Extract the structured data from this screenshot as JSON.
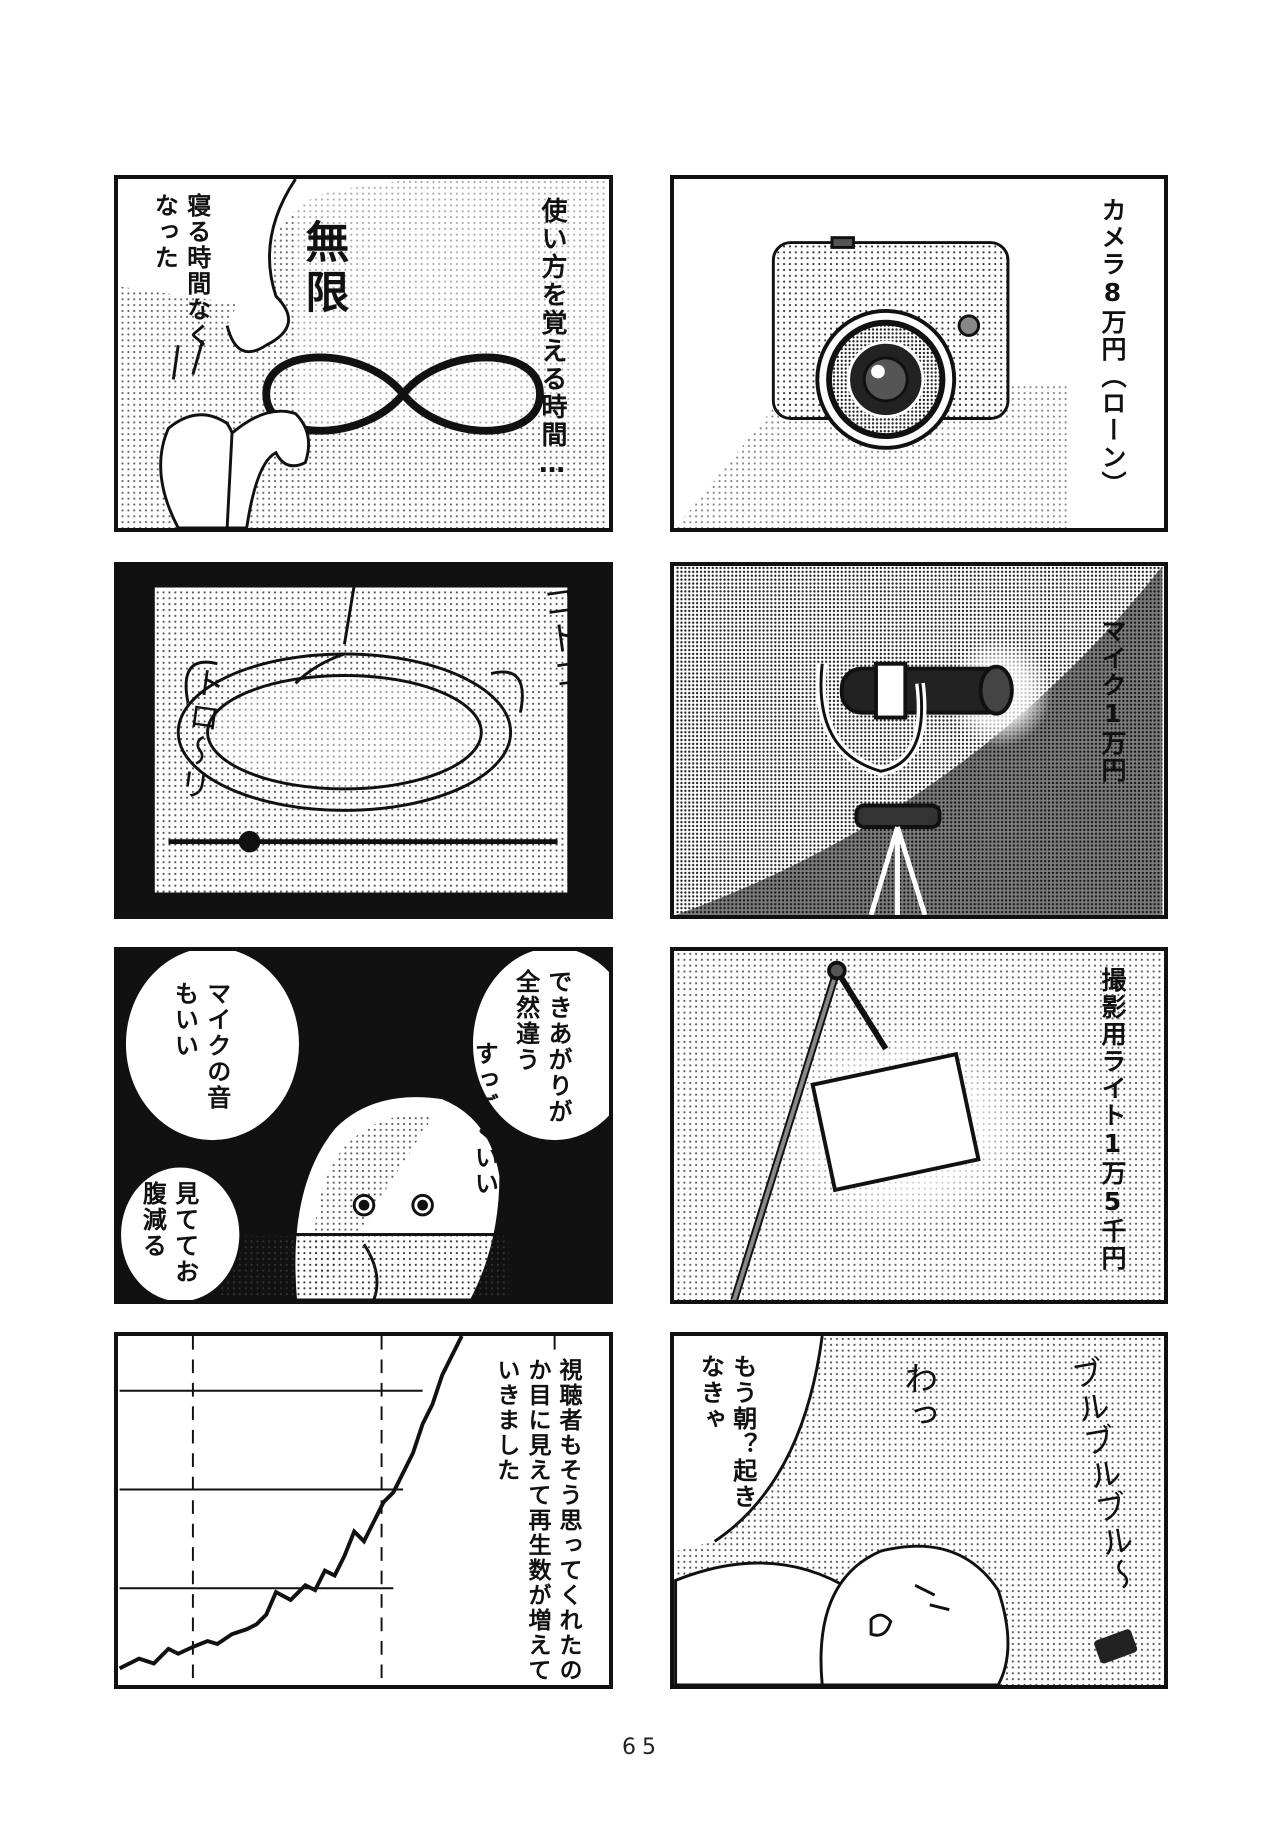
{
  "page_number": "65",
  "panels": {
    "p1": {
      "caption": "使い方を覚える時間…",
      "title": "無限",
      "bubble": "寝る時間なくなった"
    },
    "p2": {
      "caption": "カメラ8万円（ローン）"
    },
    "p3": {
      "sfx_1": "コトコトコト",
      "sfx_2": "トロ〜リ"
    },
    "p4": {
      "caption": "マイク1万円"
    },
    "p5": {
      "bubble_1": "できあがりが全然違う",
      "text_center": "すっごくいい",
      "bubble_2": "マイクの音もいい",
      "bubble_3": "見ててお腹減る"
    },
    "p6": {
      "caption": "撮影用ライト1万5千円"
    },
    "p7": {
      "caption": "視聴者もそう思ってくれたのか目に見えて再生数が増えていきました"
    },
    "p8": {
      "bubble": "もう朝？起きなきゃ",
      "sfx_1": "わっ",
      "sfx_2": "ブルブルブル〜"
    }
  }
}
